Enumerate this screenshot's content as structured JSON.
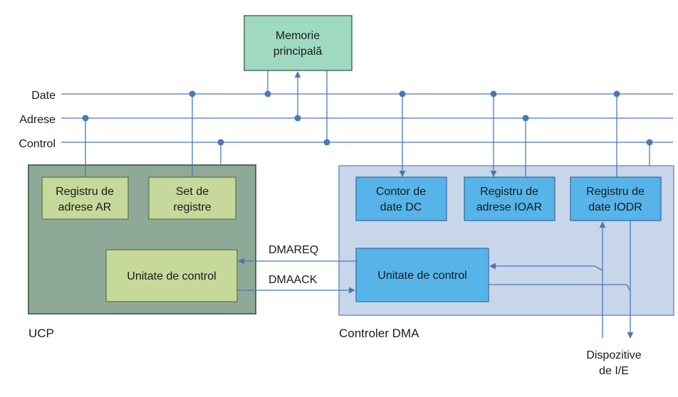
{
  "buses": {
    "data": "Date",
    "address": "Adrese",
    "control": "Control"
  },
  "memory": {
    "line1": "Memorie",
    "line2": "principală"
  },
  "cpu": {
    "label": "UCP",
    "ar": {
      "line1": "Registru de",
      "line2": "adrese AR"
    },
    "regs": {
      "line1": "Set de",
      "line2": "registre"
    },
    "control_unit": "Unitate de control"
  },
  "dma": {
    "label": "Controler DMA",
    "dc": {
      "line1": "Contor de",
      "line2": "date DC"
    },
    "ioar": {
      "line1": "Registru de",
      "line2": "adrese IOAR"
    },
    "iodr": {
      "line1": "Registru de",
      "line2": "date IODR"
    },
    "control_unit": "Unitate de control"
  },
  "signals": {
    "req": "DMAREQ",
    "ack": "DMAACK"
  },
  "io_devices": {
    "line1": "Dispozitive",
    "line2": "de I/E"
  },
  "colors": {
    "bus": "#4a78b8",
    "cpu_bg": "#8fa999",
    "cpu_border": "#4e6e5a",
    "cpu_block": "#c6d89a",
    "dma_bg": "#c8d6ea",
    "dma_border": "#6e93c8",
    "dma_block": "#56b4e8",
    "memory": "#9fd9c2"
  }
}
